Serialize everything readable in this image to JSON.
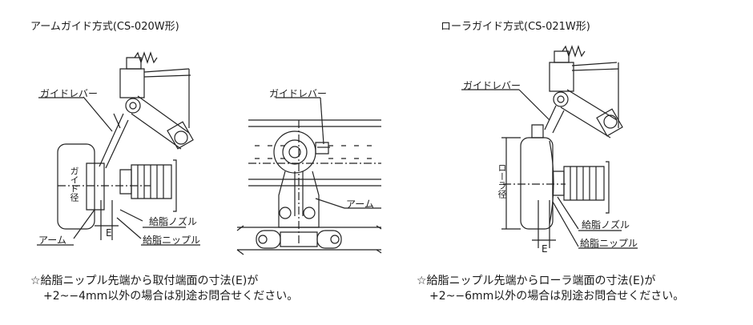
{
  "left_diagram": {
    "title": "アームガイド方式(CS-020W形)",
    "labels": {
      "guide_lever": "ガイドレバー",
      "guide_diameter": "ガイド径",
      "arm": "アーム",
      "dimension_e": "E",
      "grease_nozzle": "給脂ノズル",
      "grease_nipple": "給脂ニップル"
    },
    "note_line1": "☆給脂ニップル先端から取付端面の寸法(E)が",
    "note_line2": "+2~−4mm以外の場合は別途お問合せください。"
  },
  "center_diagram": {
    "labels": {
      "guide_lever": "ガイドレバー",
      "arm": "アーム"
    }
  },
  "right_diagram": {
    "title": "ローラガイド方式(CS-021W形)",
    "labels": {
      "guide_lever": "ガイドレバー",
      "roller_diameter": "ローラ径",
      "dimension_e": "E",
      "grease_nozzle": "給脂ノズル",
      "grease_nipple": "給脂ニップル"
    },
    "note_line1": "☆給脂ニップル先端からローラ端面の寸法(E)が",
    "note_line2": "+2~−6mm以外の場合は別途お問合せください。"
  }
}
